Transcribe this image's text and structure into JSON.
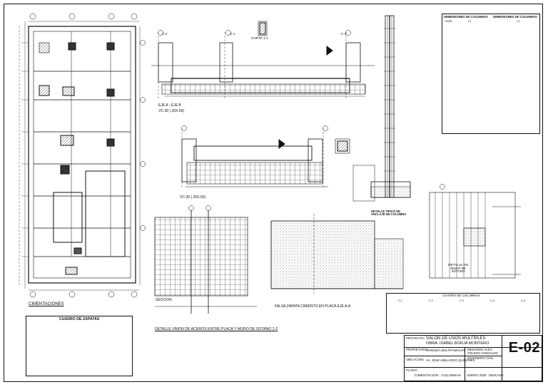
{
  "drawing": {
    "labels": {
      "cimentaciones": "CIMENTACIONES",
      "cuadro_zapatas": "CUADRO DE ZAPATAS",
      "corte_label": "CORTE 1-1",
      "eje_label": "EJE A - EJE B",
      "viga_label": "VC-30 (.30X.60)",
      "viga_label2": "VC-30 (.25X.60)",
      "detalle_tipico": "DETALLE TIPICO DE ANCLAJE DE COLUMNA",
      "zapata_cimiento": "FALSA ZAPATA CIMIENTO EN PLACA EJE A-A",
      "detalle_union": "DETALLE UNION DE ACEROS ENTRE PLACA Y MURO DE SOTANO 2-2",
      "seccion": "SECCION",
      "muro_sotano": "DETALLE EN MURO DE SOTANO",
      "cuadro_columnas": "CUADRO DE COLUMNAS",
      "c1": "C-1",
      "c2": "C-2",
      "c3": "C-3",
      "c4": "C-4",
      "c5": "C-5"
    },
    "col_table": {
      "header_left": "DIMENSIONES DE COLUMNAS",
      "header_right": "DIMENSIONES DE COLUMNAS",
      "nivel": "NIVEL",
      "c1": "C1",
      "c2": "C2"
    }
  },
  "title_block": {
    "project_label": "PROYECTO:",
    "project": "SALON DE USOS MULTIPLES",
    "sub": "OBRA: ISABEL BORJA MONTERO",
    "owner_label": "PROPIETARIO:",
    "owner": "VIVIENDA MULTIFAMILIAR",
    "designer": "MEDARDO ALEX TOLEDO GONZALEZ",
    "designer2": "INGENIERO CIVIL",
    "location_label": "UBICACION:",
    "location": "AV. JOSE ABELARDO QUIÑONES",
    "plan_label": "PLANO:",
    "plan": "CIMENTACION - COLUMNAS",
    "date": "ENERO 2020",
    "scale": "INDICADA",
    "sheet": "E-02"
  },
  "colors": {
    "line": "#111111",
    "hatch": "#333333",
    "bg": "#ffffff"
  }
}
